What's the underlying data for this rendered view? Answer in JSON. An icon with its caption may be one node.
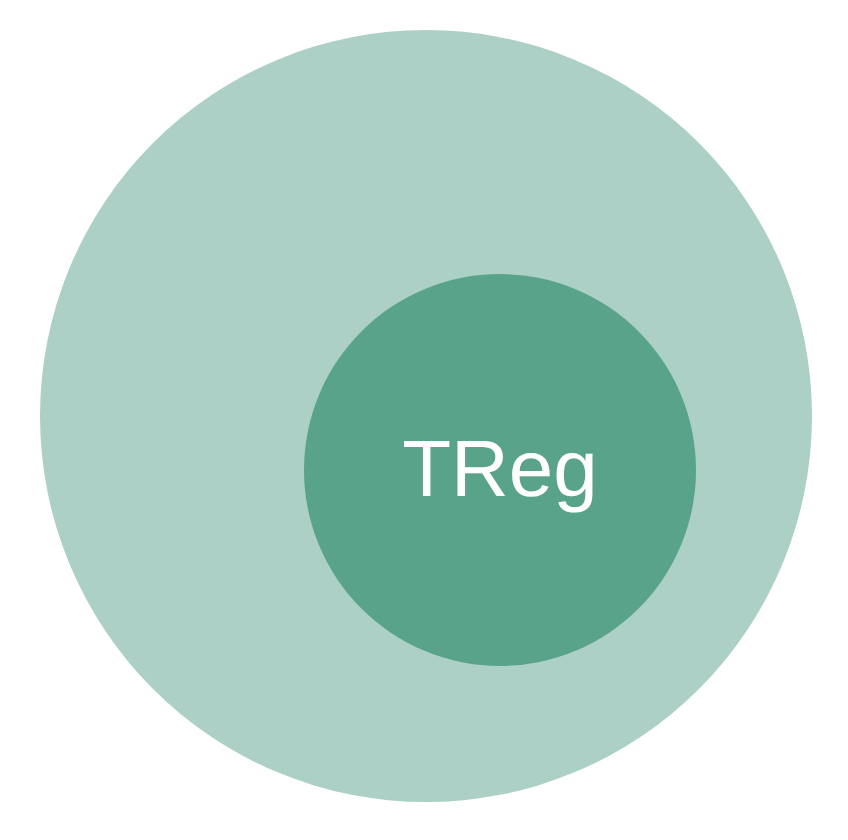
{
  "diagram": {
    "nodes": [
      {
        "text": [],
        "shape": "circle"
      },
      {
        "text": [
          "TReg"
        ],
        "in": 0
      }
    ]
  }
}
